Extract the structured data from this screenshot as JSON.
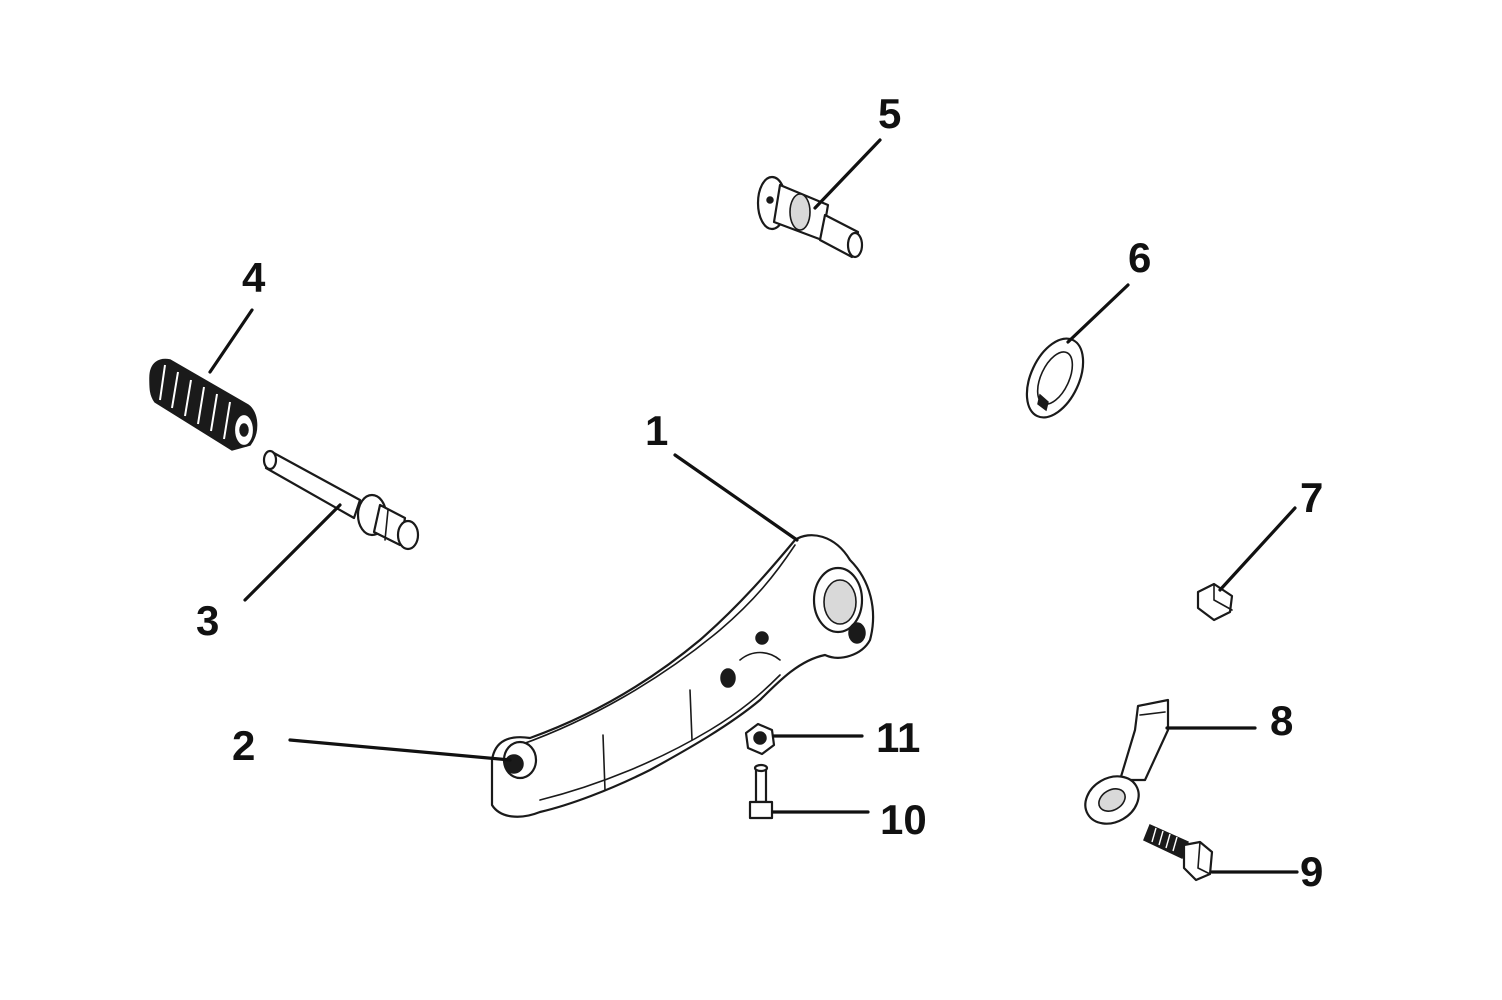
{
  "parts": [
    {
      "id": "1",
      "label": "1",
      "name": "shift-lever"
    },
    {
      "id": "2",
      "label": "2",
      "name": "pivot-bolt"
    },
    {
      "id": "3",
      "label": "3",
      "name": "shift-peg"
    },
    {
      "id": "4",
      "label": "4",
      "name": "rubber-peg-cover"
    },
    {
      "id": "5",
      "label": "5",
      "name": "pivot-shaft"
    },
    {
      "id": "6",
      "label": "6",
      "name": "retaining-clip"
    },
    {
      "id": "7",
      "label": "7",
      "name": "small-nut"
    },
    {
      "id": "8",
      "label": "8",
      "name": "rod-end-joint"
    },
    {
      "id": "9",
      "label": "9",
      "name": "flange-bolt"
    },
    {
      "id": "10",
      "label": "10",
      "name": "small-bolt"
    },
    {
      "id": "11",
      "label": "11",
      "name": "lock-nut"
    }
  ],
  "colors": {
    "line": "#1a1a1a",
    "background": "#ffffff"
  }
}
